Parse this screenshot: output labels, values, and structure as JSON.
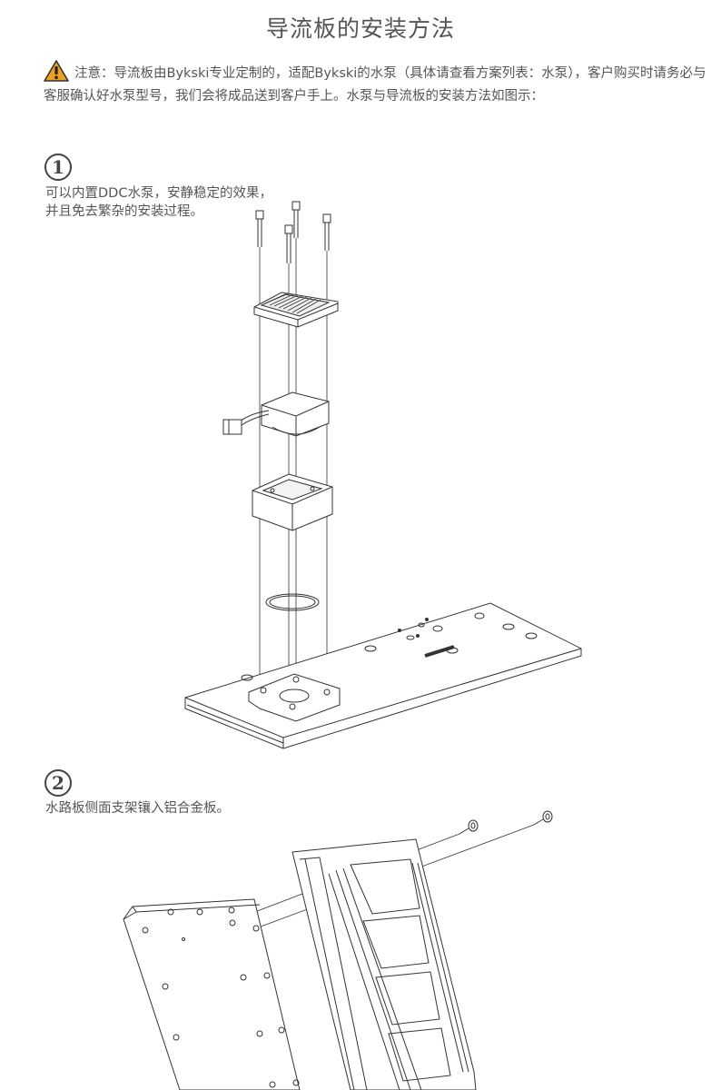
{
  "title": "导流板的安装方法",
  "notice": {
    "icon": "warning-triangle-icon",
    "icon_color": "#f0a020",
    "text": "注意：导流板由Bykski专业定制的，适配Bykski的水泵（具体请查看方案列表：水泵），客户购买时请务必与客服确认好水泵型号，我们会将成品送到客户手上。水泵与导流板的安装方法如图示："
  },
  "steps": [
    {
      "number": "1",
      "lines": [
        "可以内置DDC水泵，安静稳定的效果，",
        "并且免去繁杂的安装过程。"
      ]
    },
    {
      "number": "2",
      "lines": [
        "水路板侧面支架镶入铝合金板。"
      ]
    }
  ]
}
